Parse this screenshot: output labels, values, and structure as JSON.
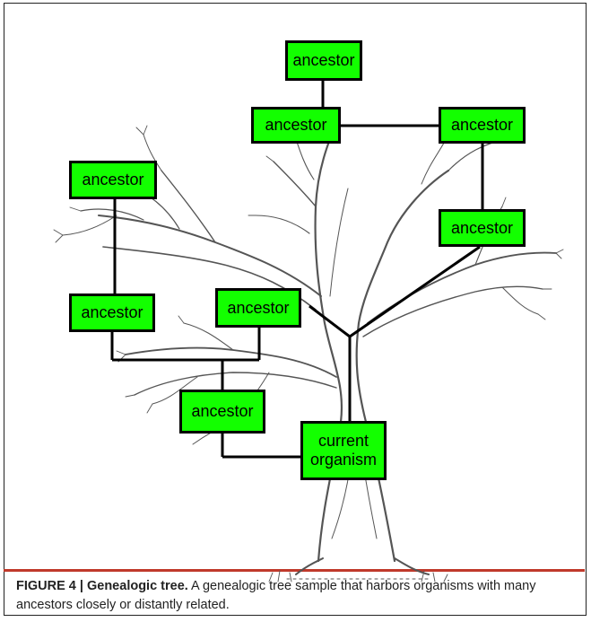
{
  "nodes": {
    "top": "ancestor",
    "upper_left": "ancestor",
    "upper_right": "ancestor",
    "far_left": "ancestor",
    "right_mid": "ancestor",
    "left_mid": "ancestor",
    "center": "ancestor",
    "lower": "ancestor",
    "current": "current organism"
  },
  "caption": {
    "lead": "FIGURE 4 | Genealogic tree.",
    "text": " A genealogic tree sample that harbors organisms with many ancestors closely or distantly related."
  },
  "colors": {
    "node_fill": "#13ff00",
    "frame": "#222222",
    "caption_rule": "#c0392b"
  },
  "icons": [
    "tree-illustration"
  ]
}
